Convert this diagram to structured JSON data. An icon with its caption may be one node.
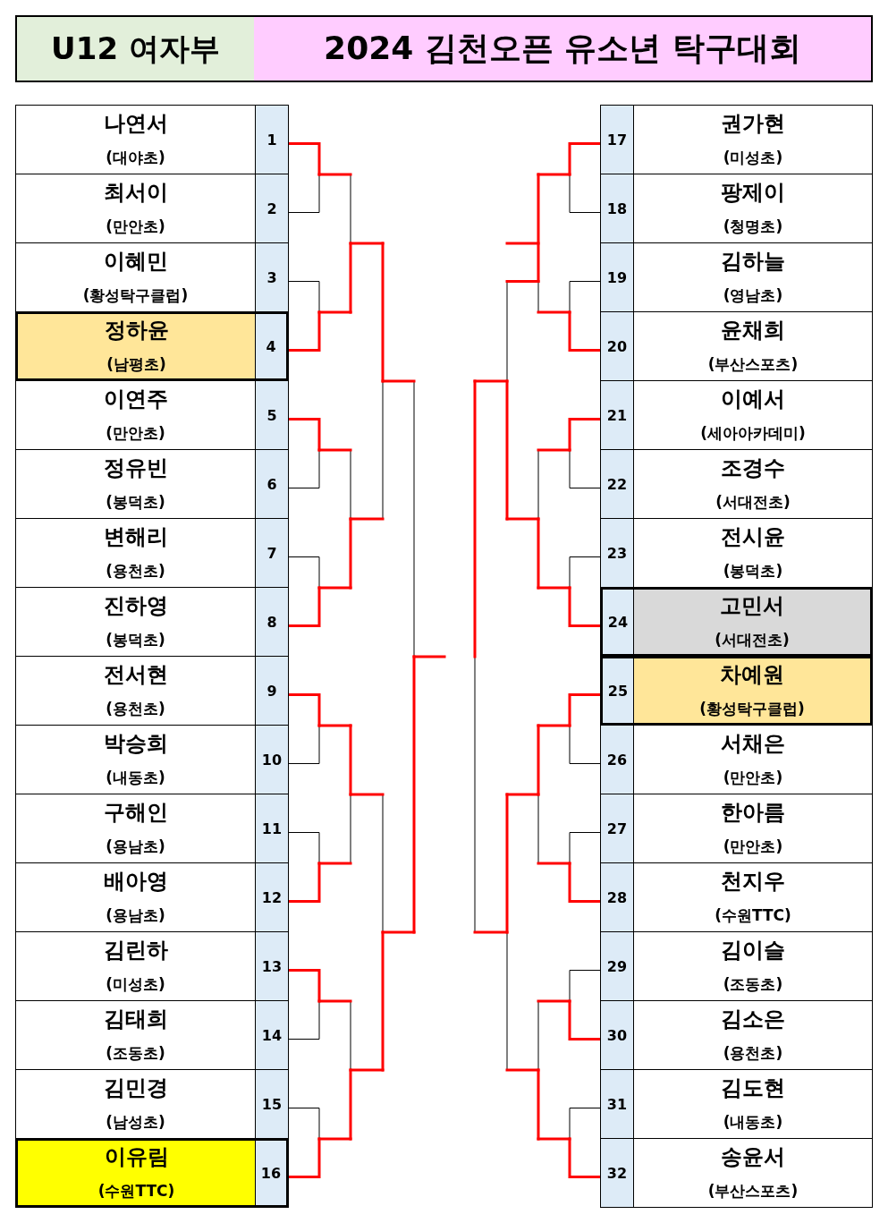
{
  "diagram": {
    "title": "2024 김천오픈 유소년 탁구대회",
    "nodes": [
      {
        "text": [
          "나연서",
          "(대야초)",
          "1"
        ]
      },
      {
        "text": [
          "최서이",
          "(만안초)",
          "2"
        ]
      },
      {
        "text": [
          "이혜민",
          "(황성탁구클럽)",
          "3"
        ]
      },
      {
        "text": [
          "정하윤",
          "(남평초)",
          "4"
        ]
      },
      {
        "text": [
          "이연주",
          "(만안초)",
          "5"
        ]
      },
      {
        "text": [
          "정유빈",
          "(봉덕초)",
          "6"
        ]
      },
      {
        "text": [
          "변해리",
          "(용천초)",
          "7"
        ]
      },
      {
        "text": [
          "진하영",
          "(봉덕초)",
          "8"
        ]
      },
      {
        "text": [
          "전서현",
          "(용천초)",
          "9"
        ]
      },
      {
        "text": [
          "박승희",
          "(내동초)",
          "10"
        ]
      },
      {
        "text": [
          "구해인",
          "(용남초)",
          "11"
        ]
      },
      {
        "text": [
          "배아영",
          "(용남초)",
          "12"
        ]
      },
      {
        "text": [
          "김린하",
          "(미성초)",
          "13"
        ]
      },
      {
        "text": [
          "김태희",
          "(조동초)",
          "14"
        ]
      },
      {
        "text": [
          "김민경",
          "(남성초)",
          "15"
        ]
      },
      {
        "text": [
          "이유림",
          "(수원TTC)",
          "16"
        ]
      },
      {
        "text": [
          "권가현",
          "(미성초)",
          "17"
        ]
      },
      {
        "text": [
          "팡제이",
          "(청명초)",
          "18"
        ]
      },
      {
        "text": [
          "김하늘",
          "(영남초)",
          "19"
        ]
      },
      {
        "text": [
          "윤채희",
          "(부산스포츠)",
          "20"
        ]
      },
      {
        "text": [
          "이예서",
          "(세아아카데미)",
          "21"
        ]
      },
      {
        "text": [
          "조경수",
          "(서대전초)",
          "22"
        ]
      },
      {
        "text": [
          "전시윤",
          "(봉덕초)",
          "23"
        ]
      },
      {
        "text": [
          "고민서",
          "(서대전초)",
          "24"
        ]
      },
      {
        "text": [
          "차예원",
          "(황성탁구클럽)",
          "25"
        ]
      },
      {
        "text": [
          "서채은",
          "(만안초)",
          "26"
        ]
      },
      {
        "text": [
          "한아름",
          "(만안초)",
          "27"
        ]
      },
      {
        "text": [
          "천지우",
          "(수원TTC)",
          "28"
        ]
      },
      {
        "text": [
          "김이슬",
          "(조동초)",
          "29"
        ]
      },
      {
        "text": [
          "김소은",
          "(용천초)",
          "30"
        ]
      },
      {
        "text": [
          "김도현",
          "(내동초)",
          "31"
        ]
      },
      {
        "text": [
          "송윤서",
          "(부산스포츠)",
          "32"
        ]
      }
    ],
    "edges": [
      {
        "from": 0,
        "to": null,
        "arrow": "none",
        "color": "#ff0000"
      },
      {
        "from": 1,
        "to": null,
        "arrow": "none",
        "color": "#000000"
      },
      {
        "from": 2,
        "to": null,
        "arrow": "none",
        "color": "#000000"
      },
      {
        "from": 3,
        "to": null,
        "arrow": "none",
        "color": "#ff0000"
      },
      {
        "from": 4,
        "to": null,
        "arrow": "none",
        "color": "#ff0000"
      },
      {
        "from": 5,
        "to": null,
        "arrow": "none",
        "color": "#000000"
      },
      {
        "from": 6,
        "to": null,
        "arrow": "none",
        "color": "#000000"
      },
      {
        "from": 7,
        "to": null,
        "arrow": "none",
        "color": "#ff0000"
      },
      {
        "from": 8,
        "to": null,
        "arrow": "none",
        "color": "#ff0000"
      },
      {
        "from": 9,
        "to": null,
        "arrow": "none",
        "color": "#000000"
      },
      {
        "from": 10,
        "to": null,
        "arrow": "none",
        "color": "#000000"
      },
      {
        "from": 11,
        "to": null,
        "arrow": "none",
        "color": "#ff0000"
      },
      {
        "from": 12,
        "to": null,
        "arrow": "none",
        "color": "#ff0000"
      },
      {
        "from": 13,
        "to": null,
        "arrow": "none",
        "color": "#000000"
      },
      {
        "from": 14,
        "to": null,
        "arrow": "none",
        "color": "#000000"
      },
      {
        "from": 15,
        "to": null,
        "arrow": "none",
        "color": "#ff0000"
      },
      {
        "from": 16,
        "to": null,
        "arrow": "none",
        "color": "#ff0000"
      },
      {
        "from": 17,
        "to": null,
        "arrow": "none",
        "color": "#000000"
      },
      {
        "from": 18,
        "to": null,
        "arrow": "none",
        "color": "#000000"
      },
      {
        "from": 19,
        "to": null,
        "arrow": "none",
        "color": "#ff0000"
      },
      {
        "from": 20,
        "to": null,
        "arrow": "none",
        "color": "#ff0000"
      },
      {
        "from": 21,
        "to": null,
        "arrow": "none",
        "color": "#000000"
      },
      {
        "from": 22,
        "to": null,
        "arrow": "none",
        "color": "#000000"
      },
      {
        "from": 23,
        "to": null,
        "arrow": "none",
        "color": "#ff0000"
      },
      {
        "from": 24,
        "to": null,
        "arrow": "none",
        "color": "#ff0000"
      },
      {
        "from": 25,
        "to": null,
        "arrow": "none",
        "color": "#000000"
      },
      {
        "from": 26,
        "to": null,
        "arrow": "none",
        "color": "#000000"
      },
      {
        "from": 27,
        "to": null,
        "arrow": "none",
        "color": "#ff0000"
      },
      {
        "from": 28,
        "to": null,
        "arrow": "none",
        "color": "#000000"
      },
      {
        "from": 29,
        "to": null,
        "arrow": "none",
        "color": "#ff0000"
      },
      {
        "from": 30,
        "to": null,
        "arrow": "none",
        "color": "#000000"
      },
      {
        "from": 31,
        "to": null,
        "arrow": "none",
        "color": "#ff0000"
      }
    ],
    "labels": [
      "U12 여자부"
    ]
  }
}
